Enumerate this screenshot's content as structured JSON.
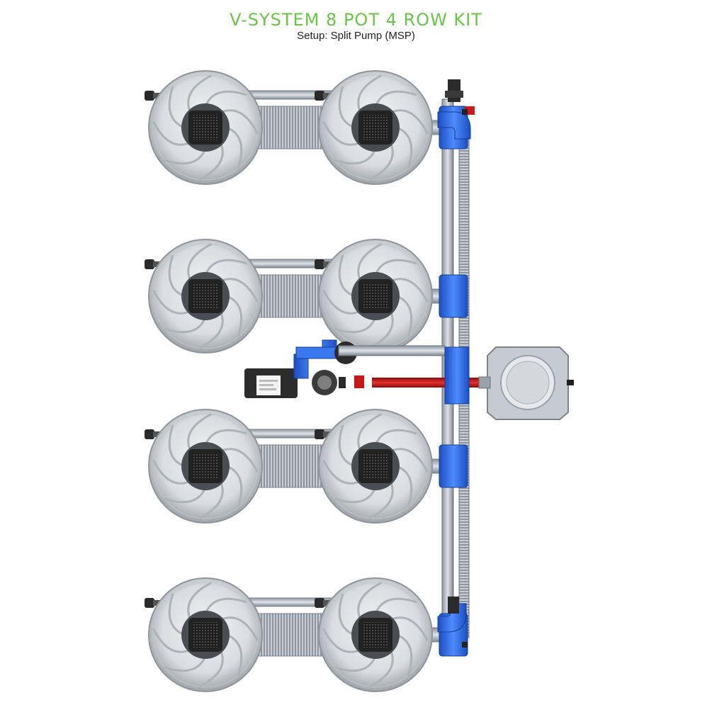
{
  "header": {
    "title": "V-SYSTEM 8 POT 4 ROW KIT",
    "subtitle": "Setup: Split Pump (MSP)"
  },
  "colors": {
    "title": "#6cc24a",
    "pot_rim": "#b9bcc2",
    "pot_face": "#e2e4e8",
    "blue_fitting": "#2f6fe8",
    "red_pipe": "#d01818",
    "tube": "#9aa1ab"
  },
  "layout_rows": 4,
  "pots_per_row": 2
}
